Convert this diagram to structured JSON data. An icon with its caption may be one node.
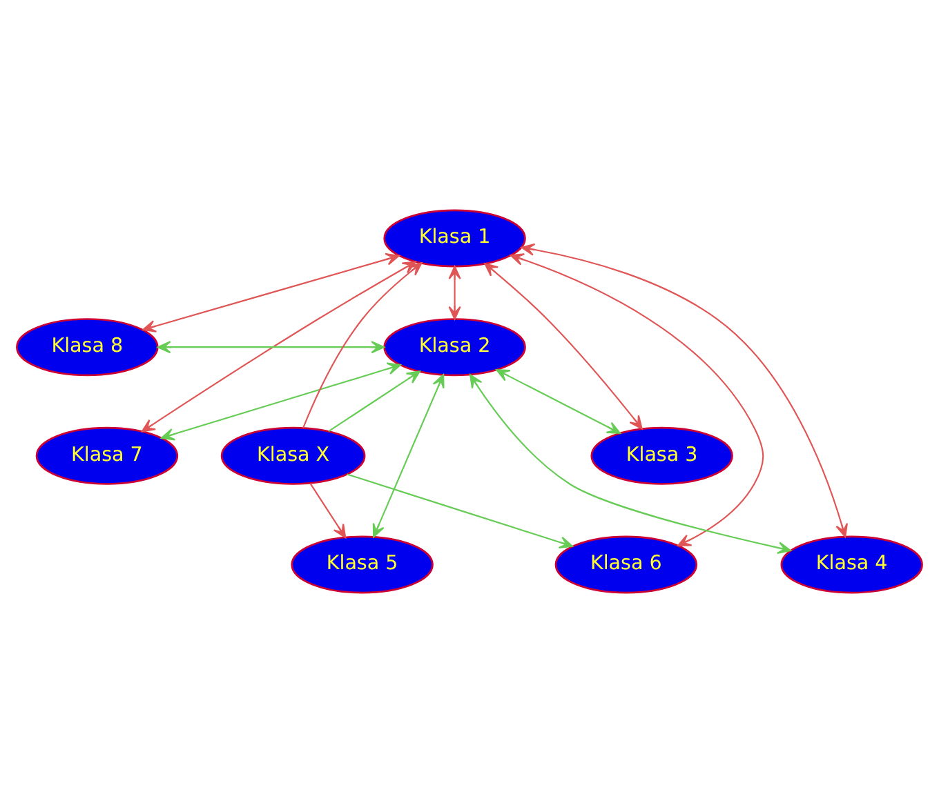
{
  "diagram": {
    "nodes": [
      {
        "text": [
          "Klasa 1"
        ]
      },
      {
        "text": [
          "Klasa 8"
        ]
      },
      {
        "text": [
          "Klasa 2"
        ]
      },
      {
        "text": [
          "Klasa 7"
        ]
      },
      {
        "text": [
          "Klasa X"
        ]
      },
      {
        "text": [
          "Klasa 3"
        ]
      },
      {
        "text": [
          "Klasa 6"
        ]
      },
      {
        "text": [
          "Klasa 4"
        ]
      },
      {
        "text": [
          "Klasa 5"
        ]
      }
    ],
    "edges": [
      {
        "from": 0,
        "to": 1,
        "arrow": "both"
      },
      {
        "from": 0,
        "to": 2,
        "arrow": "both"
      },
      {
        "from": 1,
        "to": 2,
        "arrow": "both",
        "color": "#66cc55"
      },
      {
        "from": 0,
        "to": 3,
        "arrow": "both"
      },
      {
        "from": 2,
        "to": 3,
        "arrow": "both",
        "color": "#66cc55"
      },
      {
        "from": 4,
        "to": 0,
        "arrow": "to"
      },
      {
        "from": 4,
        "to": 2,
        "arrow": "to",
        "color": "#66cc55"
      },
      {
        "from": 0,
        "to": 5,
        "arrow": "both"
      },
      {
        "from": 2,
        "to": 5,
        "arrow": "both",
        "color": "#66cc55"
      },
      {
        "from": 0,
        "to": 6,
        "arrow": "both"
      },
      {
        "from": 4,
        "to": 6,
        "arrow": "to",
        "color": "#66cc55"
      },
      {
        "from": 0,
        "to": 7,
        "arrow": "both"
      },
      {
        "from": 2,
        "to": 7,
        "arrow": "both",
        "color": "#66cc55"
      },
      {
        "from": 4,
        "to": 8,
        "arrow": "to"
      },
      {
        "from": 2,
        "to": 8,
        "arrow": "both",
        "color": "#66cc55"
      }
    ]
  }
}
